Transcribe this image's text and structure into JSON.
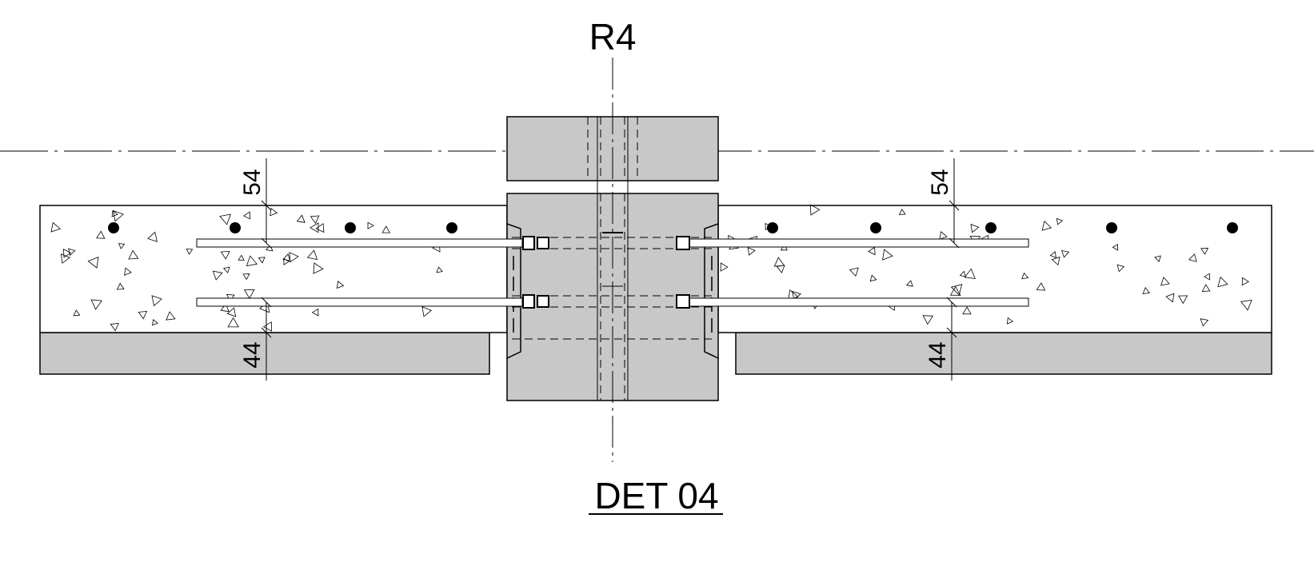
{
  "grid_label": "R4",
  "detail_title": "DET 04",
  "dimensions": {
    "top_left": "54",
    "bottom_left": "44",
    "top_right": "54",
    "bottom_right": "44"
  },
  "colors": {
    "line": "#000000",
    "fill_grey": "#c8c8c8",
    "background": "#ffffff"
  }
}
